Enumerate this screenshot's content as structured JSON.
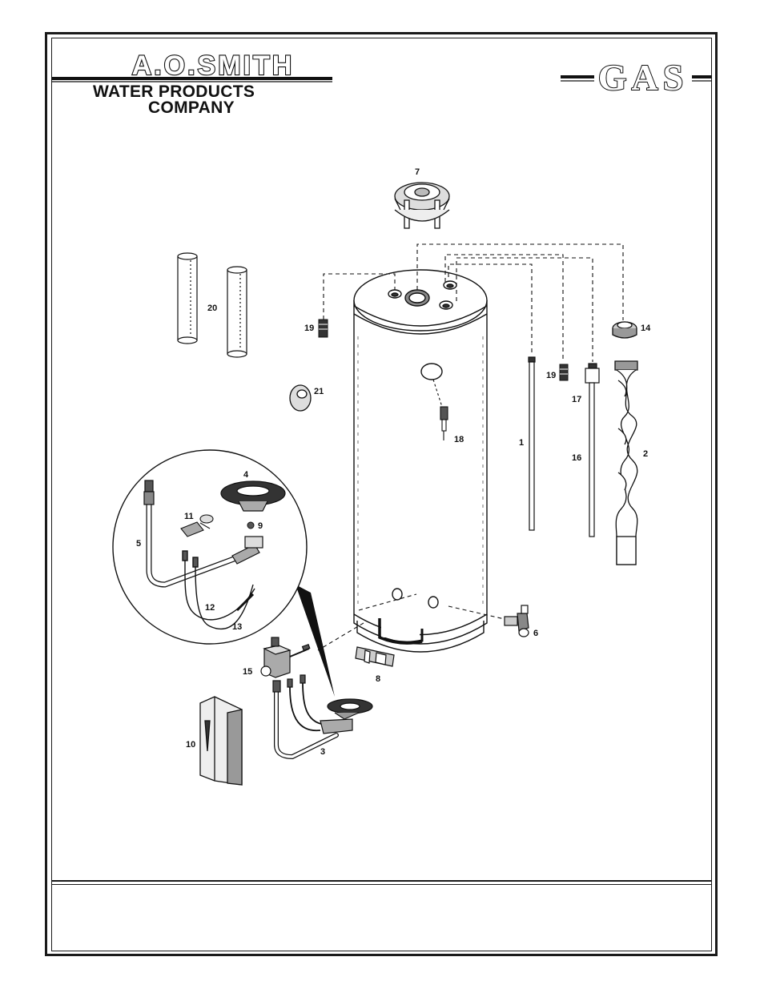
{
  "header": {
    "brand_name": "A.O.SMITH",
    "company_line1": "WATER PRODUCTS",
    "company_line2": "COMPANY",
    "fuel_type": "GAS"
  },
  "parts": {
    "p1": "1",
    "p2": "2",
    "p3": "3",
    "p4": "4",
    "p5": "5",
    "p6": "6",
    "p7": "7",
    "p8": "8",
    "p9": "9",
    "p10": "10",
    "p11": "11",
    "p12": "12",
    "p13": "13",
    "p14": "14",
    "p15": "15",
    "p16": "16",
    "p17": "17",
    "p18": "18",
    "p19a": "19",
    "p19b": "19",
    "p20": "20",
    "p21": "21"
  },
  "colors": {
    "ink": "#111111",
    "paper": "#ffffff",
    "shade": "#9a9a9a"
  }
}
